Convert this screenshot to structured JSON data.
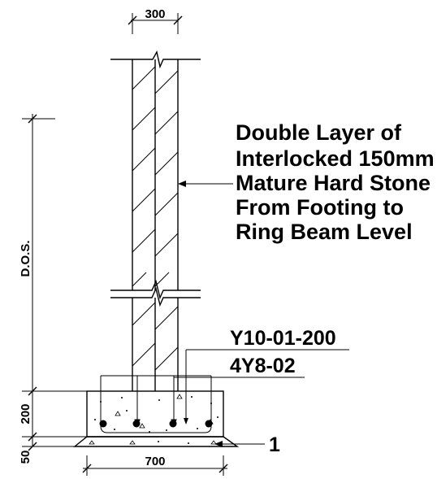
{
  "dimensions": {
    "wall_width": "300",
    "height_label": "D.O.S.",
    "footing_depth": "200",
    "blinding": "50",
    "footing_width": "700"
  },
  "note": {
    "lines": [
      "Double Layer of",
      "Interlocked 150mm",
      "Mature Hard Stone",
      "From Footing to",
      "Ring Beam Level"
    ]
  },
  "rebar": {
    "distribution": "Y10-01-200",
    "main": "4Y8-02"
  },
  "callout": "1"
}
